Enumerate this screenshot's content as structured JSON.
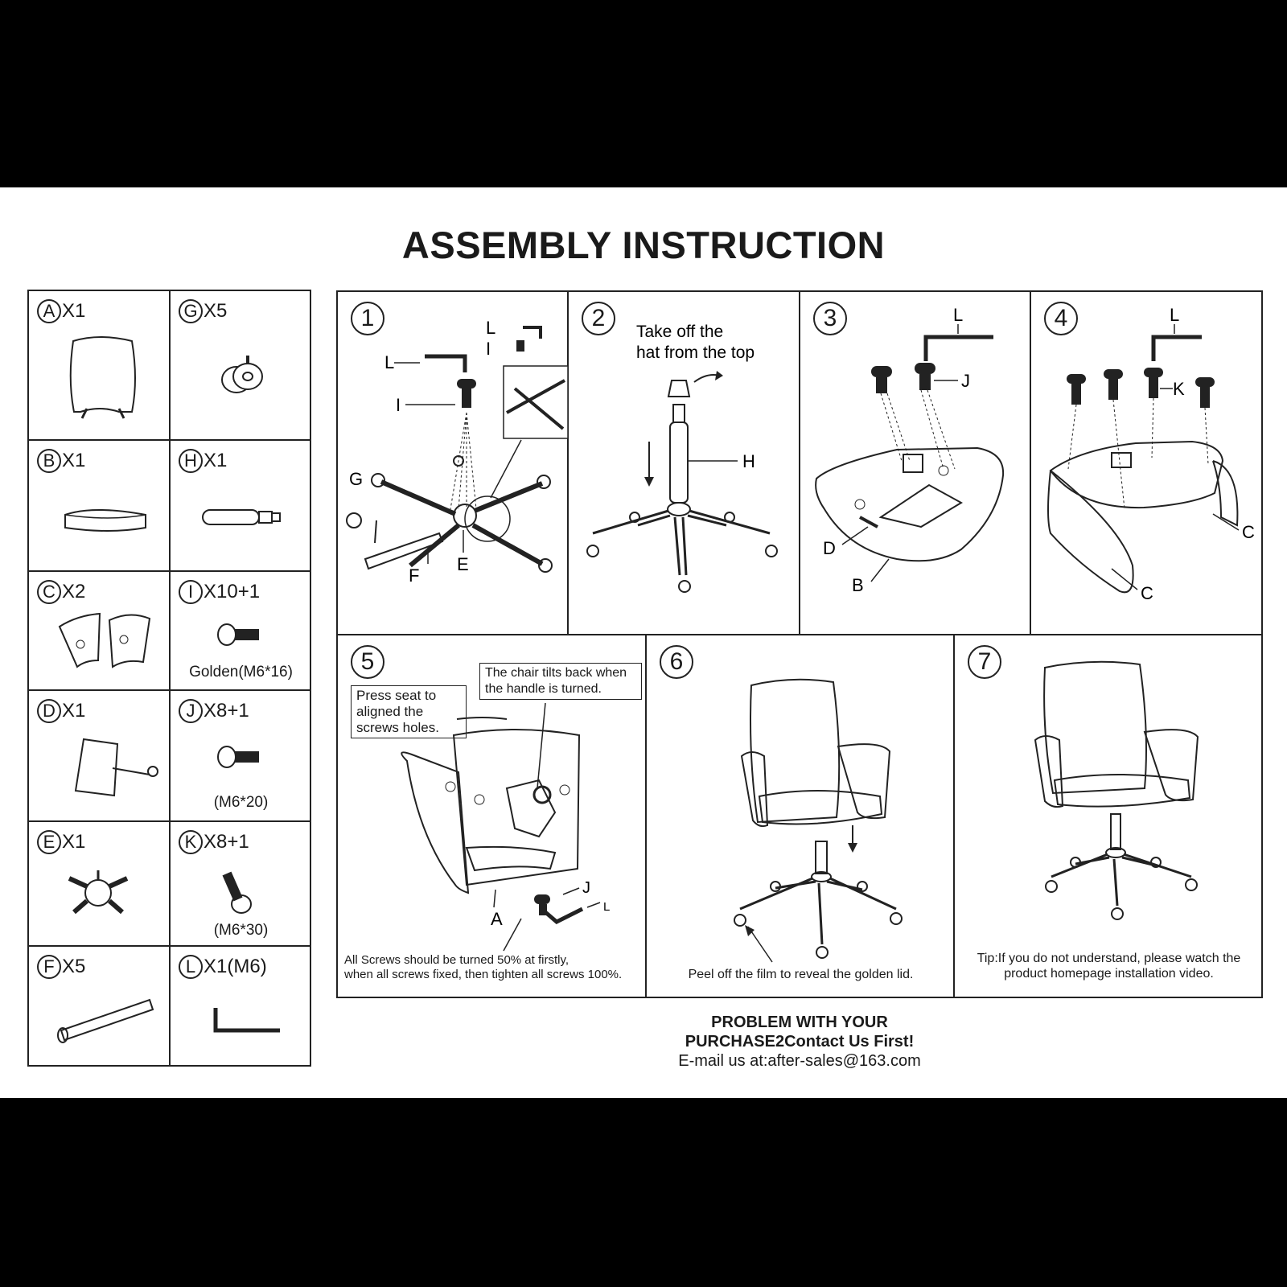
{
  "title": "ASSEMBLY INSTRUCTION",
  "parts": [
    {
      "letter": "A",
      "qty": "X1",
      "spec": ""
    },
    {
      "letter": "G",
      "qty": "X5",
      "spec": ""
    },
    {
      "letter": "B",
      "qty": "X1",
      "spec": ""
    },
    {
      "letter": "H",
      "qty": "X1",
      "spec": ""
    },
    {
      "letter": "C",
      "qty": "X2",
      "spec": ""
    },
    {
      "letter": "I",
      "qty": "X10+1",
      "spec": "Golden(M6*16)"
    },
    {
      "letter": "D",
      "qty": "X1",
      "spec": ""
    },
    {
      "letter": "J",
      "qty": "X8+1",
      "spec": "(M6*20)"
    },
    {
      "letter": "E",
      "qty": "X1",
      "spec": ""
    },
    {
      "letter": "K",
      "qty": "X8+1",
      "spec": "(M6*30)"
    },
    {
      "letter": "F",
      "qty": "X5",
      "spec": ""
    },
    {
      "letter": "L",
      "qty": "X1(M6)",
      "spec": ""
    }
  ],
  "steps": {
    "s1": {
      "num": "1",
      "labels": {
        "L1": "L",
        "I1": "I",
        "L2": "L",
        "I2": "I",
        "G": "G",
        "F": "F",
        "E": "E"
      }
    },
    "s2": {
      "num": "2",
      "note_line1": "Take off the",
      "note_line2": "hat from the top",
      "H": "H"
    },
    "s3": {
      "num": "3",
      "L": "L",
      "J": "J",
      "D": "D",
      "B": "B"
    },
    "s4": {
      "num": "4",
      "L": "L",
      "K": "K",
      "C1": "C",
      "C2": "C"
    },
    "s5": {
      "num": "5",
      "press_line1": "Press seat to",
      "press_line2": "aligned the",
      "press_line3": "screws holes.",
      "tilt_line1": "The chair tilts back when",
      "tilt_line2": "the handle is turned.",
      "A": "A",
      "J": "J",
      "L": "L",
      "note_line1": "All Screws should be turned 50% at firstly,",
      "note_line2": "when all screws fixed, then tighten all screws 100%."
    },
    "s6": {
      "num": "6",
      "note": "Peel off the film to reveal the golden lid."
    },
    "s7": {
      "num": "7",
      "note_line1": "Tip:If you do not understand, please watch the",
      "note_line2": "product homepage installation video."
    }
  },
  "footer": {
    "line1": "PROBLEM WITH YOUR",
    "line2": "PURCHASE2Contact Us First!",
    "line3": "E-mail us at:after-sales@163.com"
  }
}
